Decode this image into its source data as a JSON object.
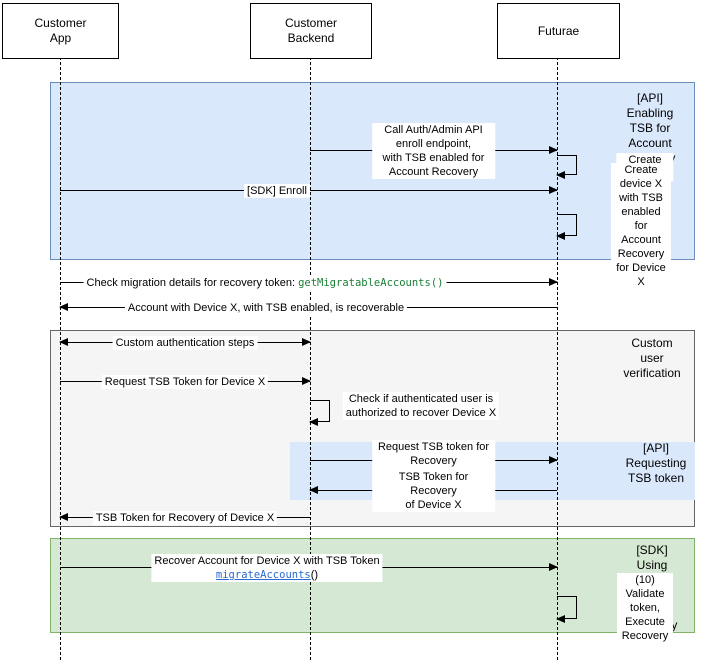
{
  "diagram": {
    "actors": [
      {
        "label": "Customer\nApp"
      },
      {
        "label": "Customer\nBackend"
      },
      {
        "label": "Futurae"
      }
    ],
    "frames": [
      {
        "label": "[API] Enabling\nTSB for Account\nRecovery",
        "fill": "#dae8fc",
        "border": "#6c8ebf"
      },
      {
        "label": "Custom\nuser\nverification",
        "fill": "#f5f5f5",
        "border": "#666666"
      },
      {
        "label": "[API]\nRequesting\nTSB token",
        "fill": "#dae8fc",
        "border": "none"
      },
      {
        "label": "[SDK] Using\nthe TSB token\nfor Recovery",
        "fill": "#d5e8d4",
        "border": "#82b366"
      }
    ],
    "messages": [
      {
        "label": "Call Auth/Admin API enroll endpoint,\nwith TSB enabled for Account Recovery",
        "from": "Customer Backend",
        "to": "Futurae"
      },
      {
        "label": "Create enrollment",
        "type": "self",
        "actor": "Futurae"
      },
      {
        "label": "[SDK] Enroll",
        "from": "Customer App",
        "to": "Futurae"
      },
      {
        "label": "Create device X\nwith TSB enabled for\nAccount Recovery\nfor Device X",
        "type": "self",
        "actor": "Futurae"
      },
      {
        "text": "Check migration details for recovery token: ",
        "code": "getMigratableAccounts()",
        "from": "Customer App",
        "to": "Futurae"
      },
      {
        "label": "Account with Device X, with TSB enabled, is recoverable",
        "from": "Futurae",
        "to": "Customer App"
      },
      {
        "label": "Custom authentication steps",
        "type": "bidirectional",
        "between": [
          "Customer App",
          "Customer Backend"
        ]
      },
      {
        "label": "Request TSB Token for Device X",
        "from": "Customer App",
        "to": "Customer Backend"
      },
      {
        "label": "Check if authenticated user is\nauthorized to recover Device X",
        "type": "self",
        "actor": "Customer Backend"
      },
      {
        "label": "Request TSB token for Recovery\nof Device X",
        "from": "Customer Backend",
        "to": "Futurae"
      },
      {
        "label": "TSB Token for Recovery\nof Device X",
        "from": "Futurae",
        "to": "Customer Backend"
      },
      {
        "label": "TSB Token for Recovery of Device X",
        "from": "Customer Backend",
        "to": "Customer App"
      },
      {
        "line1": "Recover Account for Device X with TSB Token",
        "link": "migrateAccounts",
        "suffix": "()",
        "from": "Customer App",
        "to": "Futurae"
      },
      {
        "label": "(10) Validate token,\nExecute Recovery",
        "type": "self",
        "actor": "Futurae"
      }
    ],
    "colors": {
      "frame_blue_fill": "#dae8fc",
      "frame_blue_border": "#6c8ebf",
      "frame_gray_fill": "#f5f5f5",
      "frame_gray_border": "#666666",
      "frame_green_fill": "#d5e8d4",
      "frame_green_border": "#82b366",
      "code_text": "#1a7f37",
      "link_text": "#2a6acf"
    }
  }
}
